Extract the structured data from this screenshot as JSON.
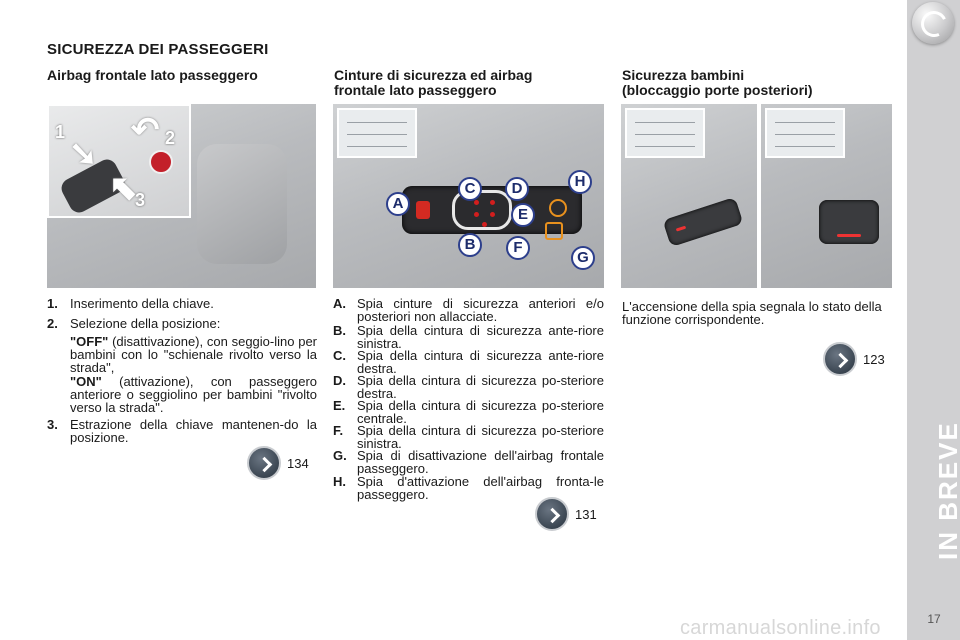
{
  "page": {
    "title": "SICUREZZA DEI PASSEGGERI",
    "side_tab": "IN BREVE",
    "page_number": "17",
    "watermark": "carmanualsonline.info"
  },
  "col1": {
    "heading": "Airbag frontale lato passeggero",
    "figure": {
      "labels": [
        "1",
        "2",
        "3"
      ]
    },
    "steps": [
      {
        "num": "1.",
        "text": "Inserimento della chiave."
      },
      {
        "num": "2.",
        "text": "Selezione della posizione:"
      },
      {
        "num": "3.",
        "text": "Estrazione della chiave mantenen-do la posizione."
      }
    ],
    "options": [
      {
        "key": "\"OFF\"",
        "text": " (disattivazione), con seggio-lino per bambini con lo \"schienale rivolto verso la strada\","
      },
      {
        "key": "\"ON\"",
        "text": " (attivazione), con passeggero anteriore o seggiolino per bambini \"rivolto verso la strada\"."
      }
    ],
    "ref": "134"
  },
  "col2": {
    "heading_line1": "Cinture di sicurezza ed airbag",
    "heading_line2": "frontale lato passeggero",
    "figure": {
      "labels": [
        "A",
        "B",
        "C",
        "D",
        "E",
        "F",
        "G",
        "H"
      ]
    },
    "legend": [
      {
        "key": "A.",
        "text": "Spia cinture di sicurezza anteriori e/o posteriori non allacciate."
      },
      {
        "key": "B.",
        "text": "Spia della cintura di sicurezza ante-riore sinistra."
      },
      {
        "key": "C.",
        "text": "Spia della cintura di sicurezza ante-riore destra."
      },
      {
        "key": "D.",
        "text": "Spia della cintura di sicurezza po-steriore destra."
      },
      {
        "key": "E.",
        "text": "Spia della cintura di sicurezza po-steriore centrale."
      },
      {
        "key": "F.",
        "text": "Spia della cintura di sicurezza po-steriore sinistra."
      },
      {
        "key": "G.",
        "text": "Spia di disattivazione dell'airbag frontale passeggero."
      },
      {
        "key": "H.",
        "text": "Spia d'attivazione dell'airbag fronta-le passeggero."
      }
    ],
    "ref": "131"
  },
  "col3": {
    "heading_line1": "Sicurezza bambini",
    "heading_line2": "(bloccaggio porte posteriori)",
    "text": "L'accensione della spia segnala lo stato della funzione corrispondente.",
    "ref": "123"
  },
  "icons": {
    "side_circle": "chapter-circle-icon",
    "ref_arrow": "chevron-right-icon"
  },
  "colors": {
    "sidebar": "#d0d0d2",
    "badge_border": "#2d3f8c",
    "warning_red": "#d42a22",
    "warning_orange": "#e8911e"
  }
}
